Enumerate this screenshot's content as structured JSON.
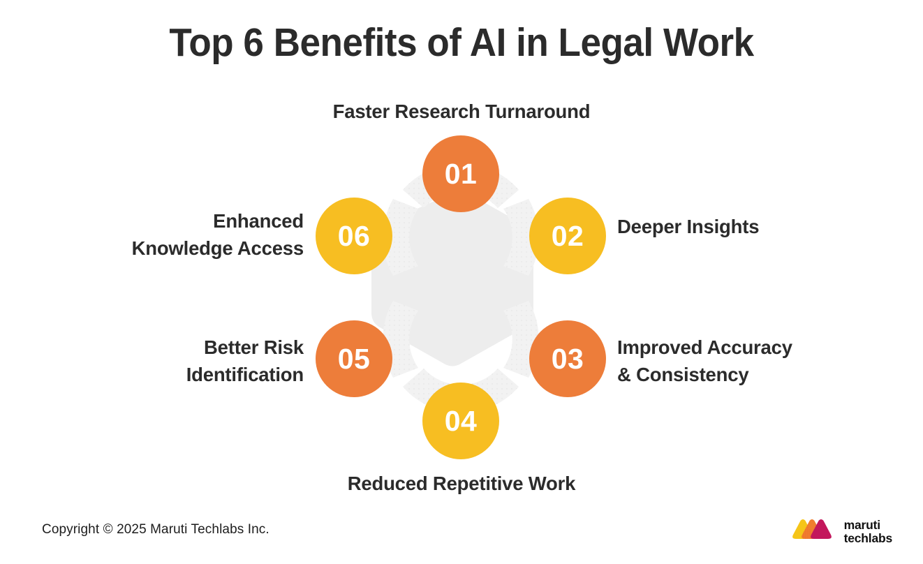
{
  "page": {
    "title": "Top 6 Benefits of AI in Legal Work",
    "background_color": "#FFFFFF"
  },
  "theme": {
    "orange": "#ED7D3A",
    "yellow": "#F7BE22",
    "ring_arc": "#F2F2F2",
    "hub_fill": "#EDEDED",
    "text_dark": "#2B2B2B",
    "number_text": "#FFFFFF",
    "logo_yellow": "#F5C518",
    "logo_orange": "#F07D2E",
    "logo_magenta": "#C3175C"
  },
  "diagram": {
    "type": "circular-benefits-wheel",
    "segment_count": 6,
    "nodes": [
      {
        "number": "01",
        "label": "Faster Research Turnaround",
        "color": "orange",
        "position": "top",
        "label_align": "center"
      },
      {
        "number": "02",
        "label": "Deeper Insights",
        "color": "yellow",
        "position": "upper-right",
        "label_align": "left"
      },
      {
        "number": "03",
        "label": "Improved Accuracy\n& Consistency",
        "color": "orange",
        "position": "lower-right",
        "label_align": "left"
      },
      {
        "number": "04",
        "label": "Reduced Repetitive Work",
        "color": "yellow",
        "position": "bottom",
        "label_align": "center"
      },
      {
        "number": "05",
        "label": "Better Risk\nIdentification",
        "color": "orange",
        "position": "lower-left",
        "label_align": "right"
      },
      {
        "number": "06",
        "label": "Enhanced\nKnowledge Access",
        "color": "yellow",
        "position": "upper-left",
        "label_align": "right"
      }
    ]
  },
  "labels": {
    "l01": "Faster Research Turnaround",
    "l02": "Deeper Insights",
    "l03_line1": "Improved Accuracy",
    "l03_line2": "& Consistency",
    "l04": "Reduced Repetitive Work",
    "l05_line1": "Better Risk",
    "l05_line2": "Identification",
    "l06_line1": "Enhanced",
    "l06_line2": "Knowledge Access"
  },
  "numbers": {
    "n01": "01",
    "n02": "02",
    "n03": "03",
    "n04": "04",
    "n05": "05",
    "n06": "06"
  },
  "footer": {
    "copyright": "Copyright © 2025 Maruti Techlabs Inc.",
    "brand_line1": "maruti",
    "brand_line2": "techlabs",
    "logo_name": "maruti-techlabs-logo"
  }
}
